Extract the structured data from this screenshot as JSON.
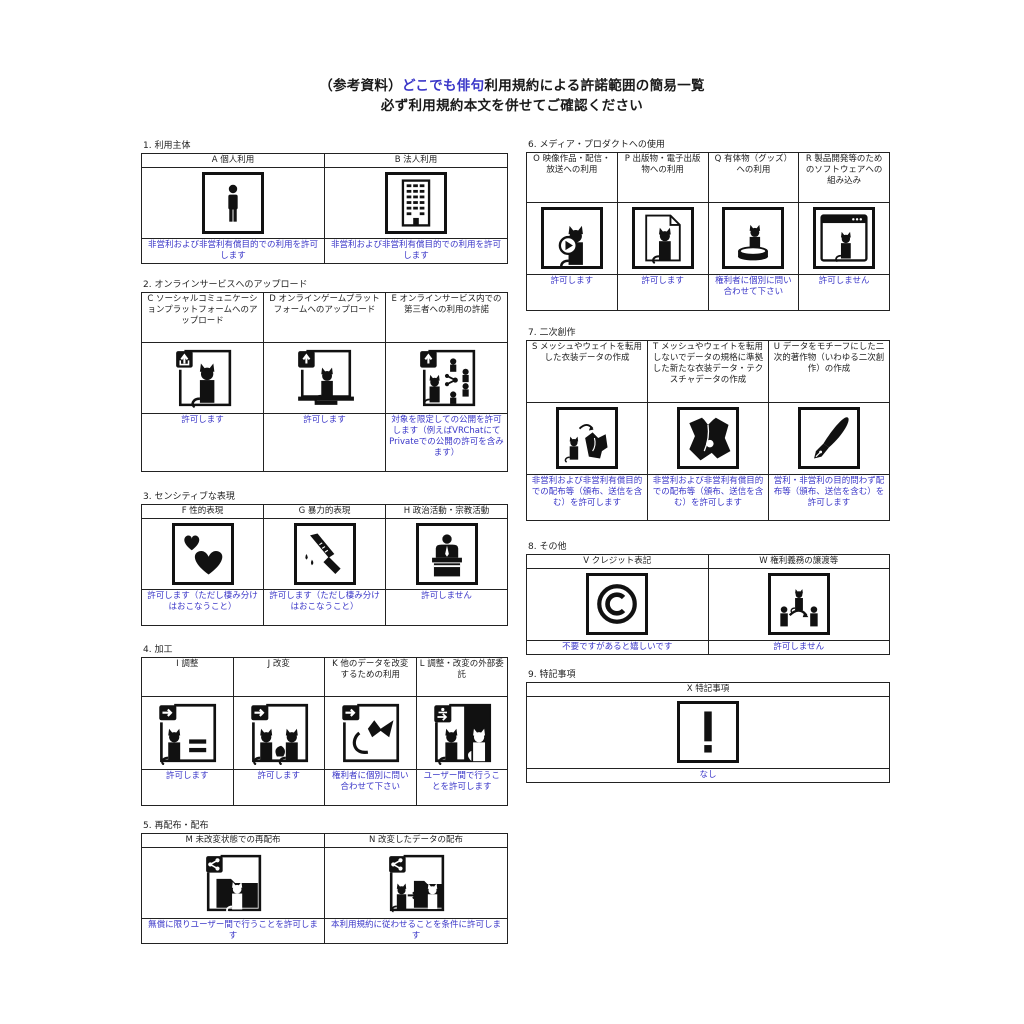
{
  "header": {
    "title_prefix": "（参考資料）",
    "title_accent": "どこでも俳句",
    "title_suffix": "利用規約による許諾範囲の簡易一覧",
    "subtitle": "必ず利用規約本文を併せてご確認ください"
  },
  "colors": {
    "accent_blue": "#3a36c8",
    "border": "#222222",
    "icon": "#111111"
  },
  "sections": [
    {
      "heading": "1. 利用主体",
      "items": [
        {
          "label": "A 個人利用",
          "icon": "person-icon",
          "desc": "非営利および非営利有償目的での利用を許可します"
        },
        {
          "label": "B 法人利用",
          "icon": "building-icon",
          "desc": "非営利および非営利有償目的での利用を許可します"
        }
      ]
    },
    {
      "heading": "2. オンラインサービスへのアップロード",
      "items": [
        {
          "label": "C ソーシャルコミュニケーションプラットフォームへのアップロード",
          "icon": "upload-avatar-icon",
          "desc": "許可します"
        },
        {
          "label": "D オンラインゲームプラットフォームへのアップロード",
          "icon": "upload-game-icon",
          "desc": "許可します"
        },
        {
          "label": "E オンラインサービス内での第三者への利用の許諾",
          "icon": "share-third-party-icon",
          "desc": "対象を限定しての公開を許可します（例えばVRChatにてPrivateでの公開の許可を含みます）"
        }
      ]
    },
    {
      "heading": "3. センシティブな表現",
      "items": [
        {
          "label": "F 性的表現",
          "icon": "hearts-icon",
          "desc": "許可します（ただし棲み分けはおこなうこと）"
        },
        {
          "label": "G 暴力的表現",
          "icon": "knife-icon",
          "desc": "許可します（ただし棲み分けはおこなうこと）"
        },
        {
          "label": "H 政治活動・宗教活動",
          "icon": "speaker-podium-icon",
          "desc": "許可しません"
        }
      ]
    },
    {
      "heading": "4. 加工",
      "items": [
        {
          "label": "I 調整",
          "icon": "adjust-icon",
          "desc": "許可します"
        },
        {
          "label": "J 改変",
          "icon": "modify-icon",
          "desc": "許可します"
        },
        {
          "label": "K 他のデータを改変するための利用",
          "icon": "parts-reuse-icon",
          "desc": "権利者に個別に問い合わせて下さい"
        },
        {
          "label": "L 調整・改変の外部委託",
          "icon": "outsource-icon",
          "desc": "ユーザー間で行うことを許可します"
        }
      ]
    },
    {
      "heading": "5. 再配布・配布",
      "items": [
        {
          "label": "M 未改変状態での再配布",
          "icon": "redistribute-icon",
          "desc": "無償に限りユーザー間で行うことを許可します"
        },
        {
          "label": "N 改変したデータの配布",
          "icon": "distribute-modified-icon",
          "desc": "本利用規約に従わせることを条件に許可します"
        }
      ]
    },
    {
      "heading": "6. メディア・プロダクトへの使用",
      "items": [
        {
          "label": "O 映像作品・配信・放送への利用",
          "icon": "video-play-icon",
          "desc": "許可します"
        },
        {
          "label": "P 出版物・電子出版物への利用",
          "icon": "document-icon",
          "desc": "許可します"
        },
        {
          "label": "Q 有体物（グッズ）への利用",
          "icon": "figure-goods-icon",
          "desc": "権利者に個別に問い合わせて下さい"
        },
        {
          "label": "R 製品開発等のためのソフトウェアへの組み込み",
          "icon": "software-window-icon",
          "desc": "許可しません"
        }
      ]
    },
    {
      "heading": "7. 二次創作",
      "items": [
        {
          "label": "S メッシュやウェイトを転用した衣装データの作成",
          "icon": "clothing-transfer-icon",
          "desc": "非営利および非営利有償目的での配布等（頒布、送信を含む）を許可します"
        },
        {
          "label": "T メッシュやウェイトを転用しないでデータの規格に準拠した新たな衣装データ・テクスチャデータの作成",
          "icon": "clothing-icon",
          "desc": "非営利および非営利有償目的での配布等（頒布、送信を含む）を許可します"
        },
        {
          "label": "U データをモチーフにした二次的著作物（いわゆる二次創作）の作成",
          "icon": "pen-nib-icon",
          "desc": "営利・非営利の目的問わず配布等（頒布、送信を含む）を許可します"
        }
      ]
    },
    {
      "heading": "8. その他",
      "items": [
        {
          "label": "V クレジット表記",
          "icon": "copyright-icon",
          "desc": "不要ですがあると嬉しいです"
        },
        {
          "label": "W 権利義務の譲渡等",
          "icon": "rights-transfer-icon",
          "desc": "許可しません"
        }
      ]
    },
    {
      "heading": "9. 特記事項",
      "items": [
        {
          "label": "X 特記事項",
          "icon": "exclamation-icon",
          "desc": "なし"
        }
      ]
    }
  ]
}
